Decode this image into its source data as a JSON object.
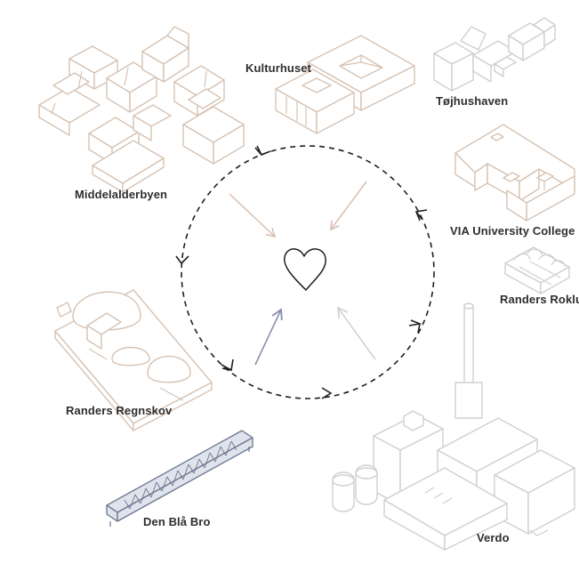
{
  "places": {
    "kulturhuset": "Kulturhuset",
    "tojhushaven": "Tøjhushaven",
    "middelalderbyen": "Middelalderbyen",
    "via_university_college": "VIA University College",
    "randers_roklub": "Randers Roklub",
    "randers_regnskov": "Randers Regnskov",
    "den_bla_bro": "Den Blå Bro",
    "verdo": "Verdo"
  },
  "colors": {
    "circle": "#1f1f1f",
    "heart": "#1f1f1f",
    "arrow_tan": "#d9bfae",
    "arrow_blue": "#8891ad",
    "arrow_grey": "#d2d2d2",
    "building_tan": "#d6c3b4",
    "building_grey": "#cfcfcf"
  },
  "icons": {
    "center": "heart-icon",
    "flow_markers": "chevron-arrow-icon"
  }
}
